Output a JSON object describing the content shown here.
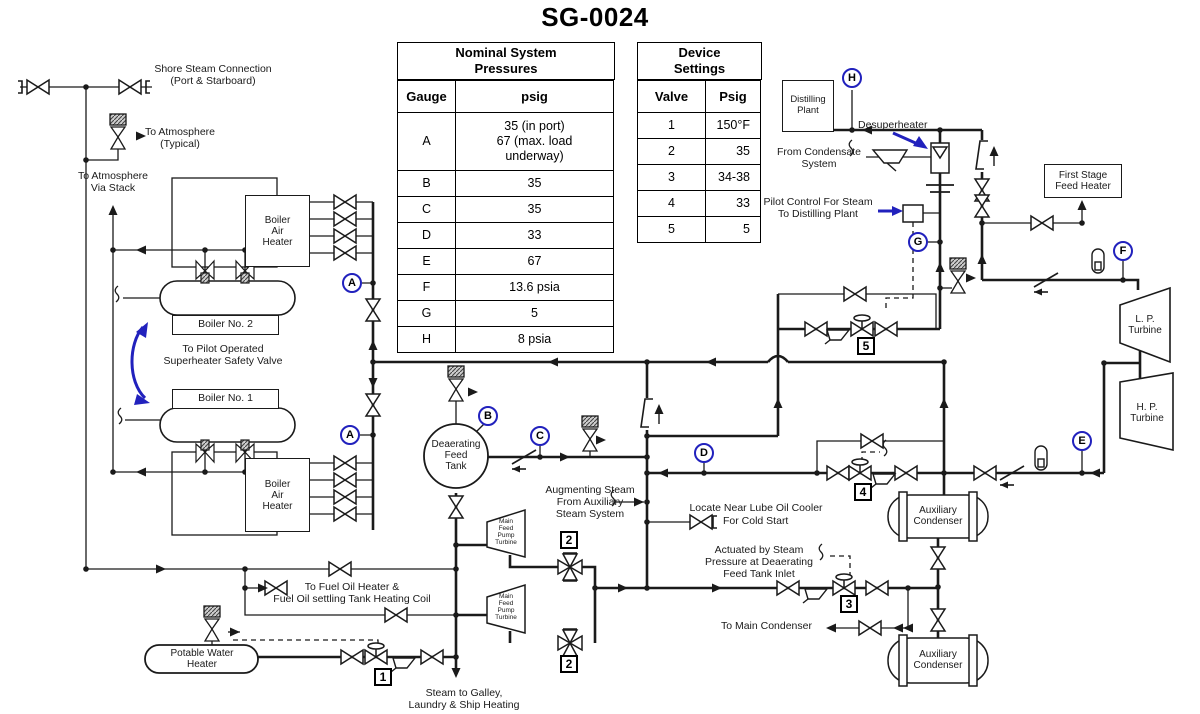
{
  "title": "SG-0024",
  "pressures_table": {
    "title": "Nominal System\nPressures",
    "col_gauge": "Gauge",
    "col_psig": "psig",
    "rows": [
      {
        "gauge": "A",
        "psig": "35 (in port)\n67 (max. load\nunderway)"
      },
      {
        "gauge": "B",
        "psig": "35"
      },
      {
        "gauge": "C",
        "psig": "35"
      },
      {
        "gauge": "D",
        "psig": "33"
      },
      {
        "gauge": "E",
        "psig": "67"
      },
      {
        "gauge": "F",
        "psig": "13.6 psia"
      },
      {
        "gauge": "G",
        "psig": "5"
      },
      {
        "gauge": "H",
        "psig": "8 psia"
      }
    ]
  },
  "settings_table": {
    "title": "Device\nSettings",
    "col_valve": "Valve",
    "col_psig": "Psig",
    "rows": [
      {
        "valve": "1",
        "psig": "150°F"
      },
      {
        "valve": "2",
        "psig": "35"
      },
      {
        "valve": "3",
        "psig": "34-38"
      },
      {
        "valve": "4",
        "psig": "33"
      },
      {
        "valve": "5",
        "psig": "5"
      }
    ]
  },
  "labels": {
    "shore_connection": "Shore Steam Connection\n(Port & Starboard)",
    "to_atmosphere_typical": "To Atmosphere\n(Typical)",
    "to_atmosphere_stack": "To Atmosphere\nVia Stack",
    "boiler_air_heater_top": "Boiler\nAir\nHeater",
    "boiler_no_2": "Boiler No. 2",
    "pilot_superheater": "To Pilot Operated\nSuperheater Safety Valve",
    "boiler_no_1": "Boiler No. 1",
    "boiler_air_heater_bottom": "Boiler\nAir\nHeater",
    "deaerating_tank": "Deaerating\nFeed\nTank",
    "mfp_turbine_1": "Main\nFeed\nPump\nTurbine",
    "mfp_turbine_2": "Main\nFeed\nPump\nTurbine",
    "augmenting_steam": "Augmenting Steam\nFrom Auxiliary\nSteam System",
    "fuel_oil": "To Fuel Oil Heater &\nFuel Oil settling Tank Heating Coil",
    "potable_water_heater": "Potable Water\nHeater",
    "steam_to_galley": "Steam to Galley,\nLaundry & Ship Heating",
    "lube_oil_cooler": "Locate Near Lube Oil Cooler",
    "for_cold_start": "For Cold Start",
    "actuated_by_steam": "Actuated by Steam\nPressure at Deaerating\nFeed Tank Inlet",
    "to_main_condenser": "To Main Condenser",
    "aux_condenser_1": "Auxiliary\nCondenser",
    "aux_condenser_2": "Auxiliary\nCondenser",
    "distilling_plant": "Distilling\nPlant",
    "desuperheater": "Desuperheater",
    "from_condensate": "From Condensate\nSystem",
    "pilot_control": "Pilot Control For Steam\nTo Distilling Plant",
    "first_stage_heater": "First Stage\nFeed Heater",
    "lp_turbine": "L. P.\nTurbine",
    "hp_turbine": "H. P.\nTurbine"
  },
  "markers": {
    "gauge_points": [
      "A",
      "A",
      "B",
      "C",
      "D",
      "E",
      "F",
      "G",
      "H"
    ],
    "valve_points": [
      "1",
      "2",
      "2",
      "3",
      "4",
      "5"
    ]
  },
  "colors": {
    "accent_blue": "#2121bd",
    "line": "#1a1a1a",
    "background": "#ffffff"
  }
}
